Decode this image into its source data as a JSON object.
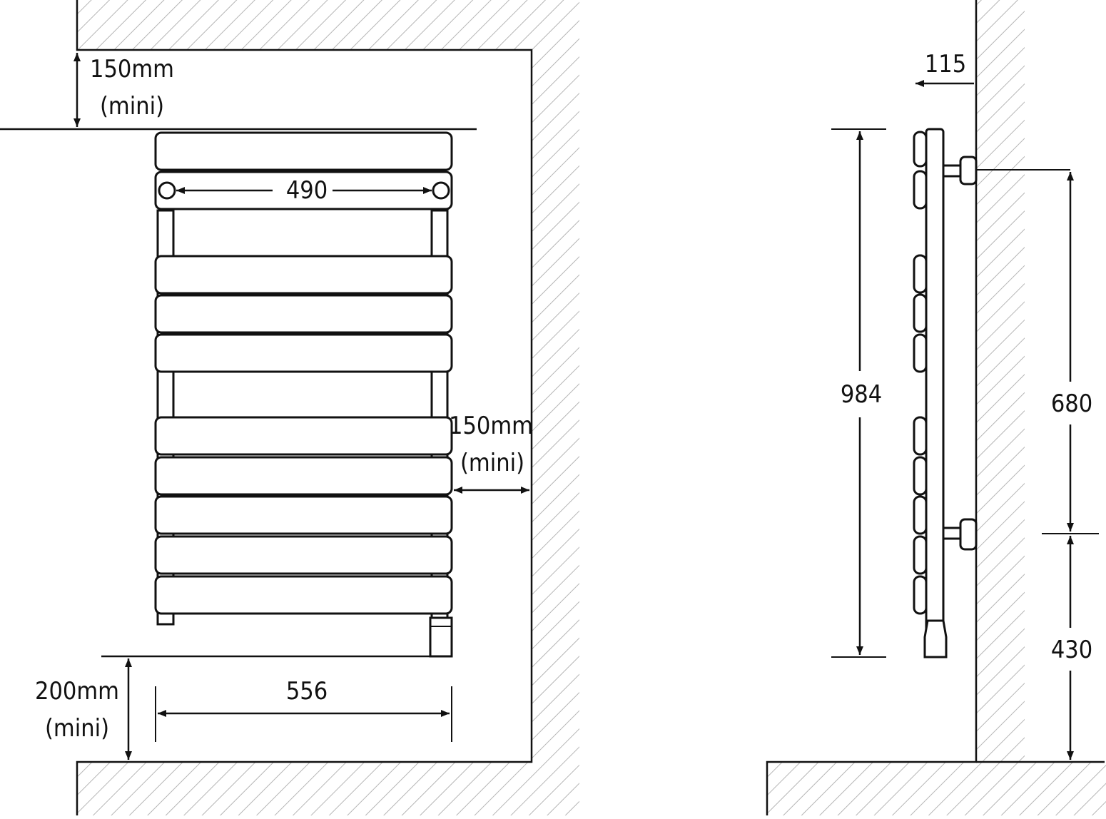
{
  "front_view": {
    "top_clearance": {
      "value": "150mm",
      "note": "(mini)"
    },
    "side_clearance": {
      "value": "150mm",
      "note": "(mini)"
    },
    "bottom_clearance": {
      "value": "200mm",
      "note": "(mini)"
    },
    "pipe_centres": "490",
    "overall_width": "556"
  },
  "side_view": {
    "wall_projection": "115",
    "overall_height": "984",
    "bracket_spacing": "680",
    "lower_bracket_height": "430"
  },
  "colors": {
    "line": "#111111",
    "hatch": "#b5b5b5",
    "background": "#ffffff"
  }
}
